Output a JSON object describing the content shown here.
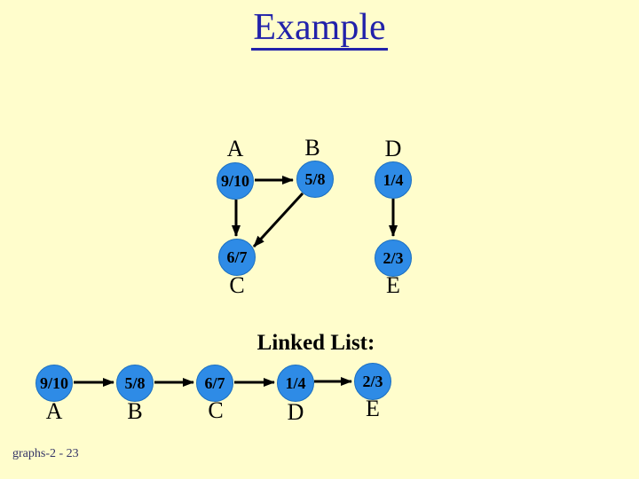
{
  "title": "Example",
  "colors": {
    "background": "#FFFDCC",
    "title": "#2222AA",
    "node_fill": "#2E8BE6",
    "node_border": "#1B6FC0",
    "edge": "#000000",
    "node_text": "#000000",
    "label_text": "#000000",
    "heading_text": "#000000",
    "footer_text": "#333366"
  },
  "graph": {
    "nodes": [
      {
        "id": "A",
        "label": "A",
        "value": "9/10"
      },
      {
        "id": "B",
        "label": "B",
        "value": "5/8"
      },
      {
        "id": "D",
        "label": "D",
        "value": "1/4"
      },
      {
        "id": "C",
        "label": "C",
        "value": "6/7"
      },
      {
        "id": "E",
        "label": "E",
        "value": "2/3"
      }
    ],
    "edges": [
      {
        "from": "A",
        "to": "B"
      },
      {
        "from": "A",
        "to": "C"
      },
      {
        "from": "B",
        "to": "C"
      },
      {
        "from": "D",
        "to": "E"
      }
    ]
  },
  "linked_list": {
    "heading": "Linked List:",
    "nodes": [
      {
        "value": "9/10",
        "label": "A"
      },
      {
        "value": "5/8",
        "label": "B"
      },
      {
        "value": "6/7",
        "label": "C"
      },
      {
        "value": "1/4",
        "label": "D"
      },
      {
        "value": "2/3",
        "label": "E"
      }
    ]
  },
  "footer": "graphs-2 - 23"
}
